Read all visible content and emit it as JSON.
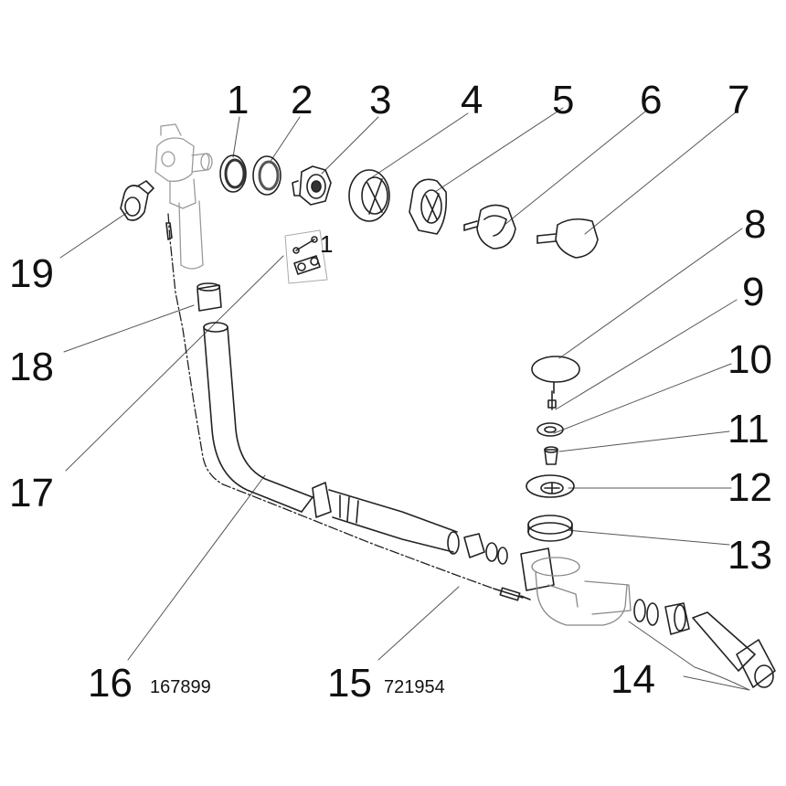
{
  "diagram": {
    "labels": {
      "p1": "1",
      "p2": "2",
      "p3": "3",
      "p4": "4",
      "p5": "5",
      "p6": "6",
      "p7": "7",
      "p8": "8",
      "p9": "9",
      "p10": "10",
      "p11": "11",
      "p12": "12",
      "p13": "13",
      "p14": "14",
      "p15": "15",
      "p16": "16",
      "p17": "17",
      "p18": "18",
      "p19": "19",
      "inset1": "1"
    },
    "part_numbers": {
      "p15": "721954",
      "p16": "167899"
    }
  }
}
